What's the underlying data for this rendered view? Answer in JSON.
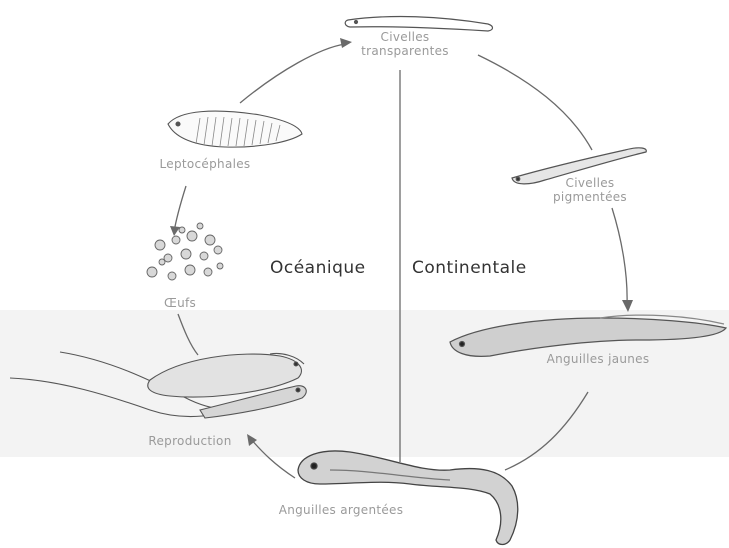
{
  "diagram": {
    "zones": {
      "oceanic": "Océanique",
      "continental": "Continentale"
    },
    "stages": {
      "civelles_transparentes": [
        "Civelles",
        "transparentes"
      ],
      "leptocephales": "Leptocéphales",
      "civelles_pigmentees": [
        "Civelles",
        "pigmentées"
      ],
      "oeufs": "Œufs",
      "anguilles_jaunes": "Anguilles jaunes",
      "reproduction": "Reproduction",
      "anguilles_argentees": "Anguilles argentées"
    },
    "colors": {
      "line": "#6a6a6a",
      "stage_label": "#9a9a9a",
      "zone_label": "#333333",
      "band": "#f3f3f3"
    }
  }
}
